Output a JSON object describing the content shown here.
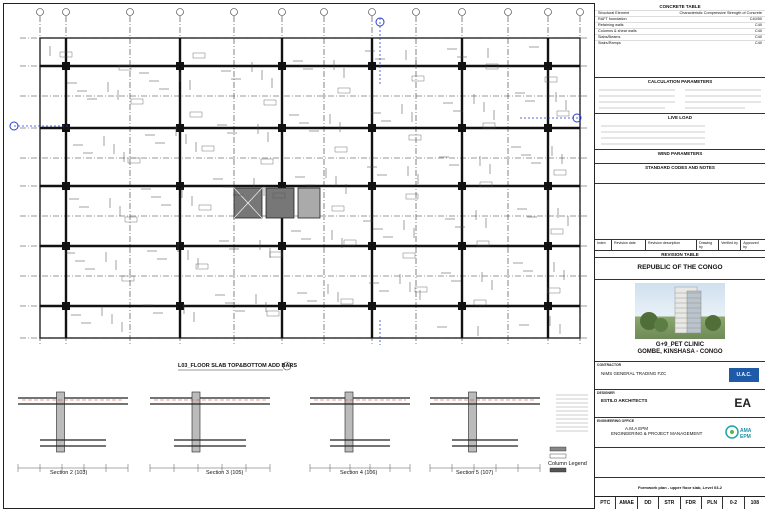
{
  "drawing": {
    "plan_title": "L03_FLOOR SLAB TOP&BOTTOM ADD BARS",
    "sections": [
      {
        "label": "Section 2",
        "ref": "103"
      },
      {
        "label": "Section 3",
        "ref": "105"
      },
      {
        "label": "Section 4",
        "ref": "106"
      },
      {
        "label": "Section 5",
        "ref": "107"
      }
    ],
    "legend_title": "Column Legend"
  },
  "title_block": {
    "concrete_table_title": "CONCRETE TABLE",
    "concrete_rows": [
      [
        "Structural Element",
        "Characteristic Compressive Strength of Concrete"
      ],
      [
        "RAFT foundation",
        "C40/50"
      ],
      [
        "Retaining walls",
        "C40"
      ],
      [
        "Columns & shear walls",
        "C40"
      ],
      [
        "Slabs/Beams",
        "C40"
      ],
      [
        "Stairs/Ramps",
        "C40"
      ]
    ],
    "calc_title": "CALCULATION PARAMETERS",
    "load_title": "LIVE LOAD",
    "wind_title": "WIND PARAMETERS",
    "standard_title": "STANDARD CODES AND NOTES",
    "revision_head": [
      "Index",
      "Revision date",
      "Revision description",
      "Drawing by",
      "Verified by",
      "Approved by"
    ],
    "revision_table": "REVISION TABLE",
    "client": "REPUBLIC OF THE CONGO",
    "project_line1": "G+9_PET CLINIC",
    "project_line2": "GOMBE, KINSHASA - CONGO",
    "contractor_label": "CONTRACTOR",
    "contractor_name": "NIMS GENERAL TRADING FZC",
    "contractor_logo": "U.A.C.",
    "architect_label": "DESIGNER",
    "architect_name": "ESTILO ARCHITECTS",
    "architect_logo": "EA",
    "engineering_label": "ENGINEERING OFFICE",
    "engineering_name1": "A.M.A EPM",
    "engineering_name2": "ENGINEERING & PROJECT MANAGEMENT",
    "engineering_logo": "AMA EPM",
    "sheet_title": "Formwork plan - upper floor slab, Level 03-2",
    "codes": [
      "PTC",
      "AMAE",
      "DD",
      "STR",
      "FDR",
      "PLN",
      "0-2",
      "108"
    ]
  }
}
